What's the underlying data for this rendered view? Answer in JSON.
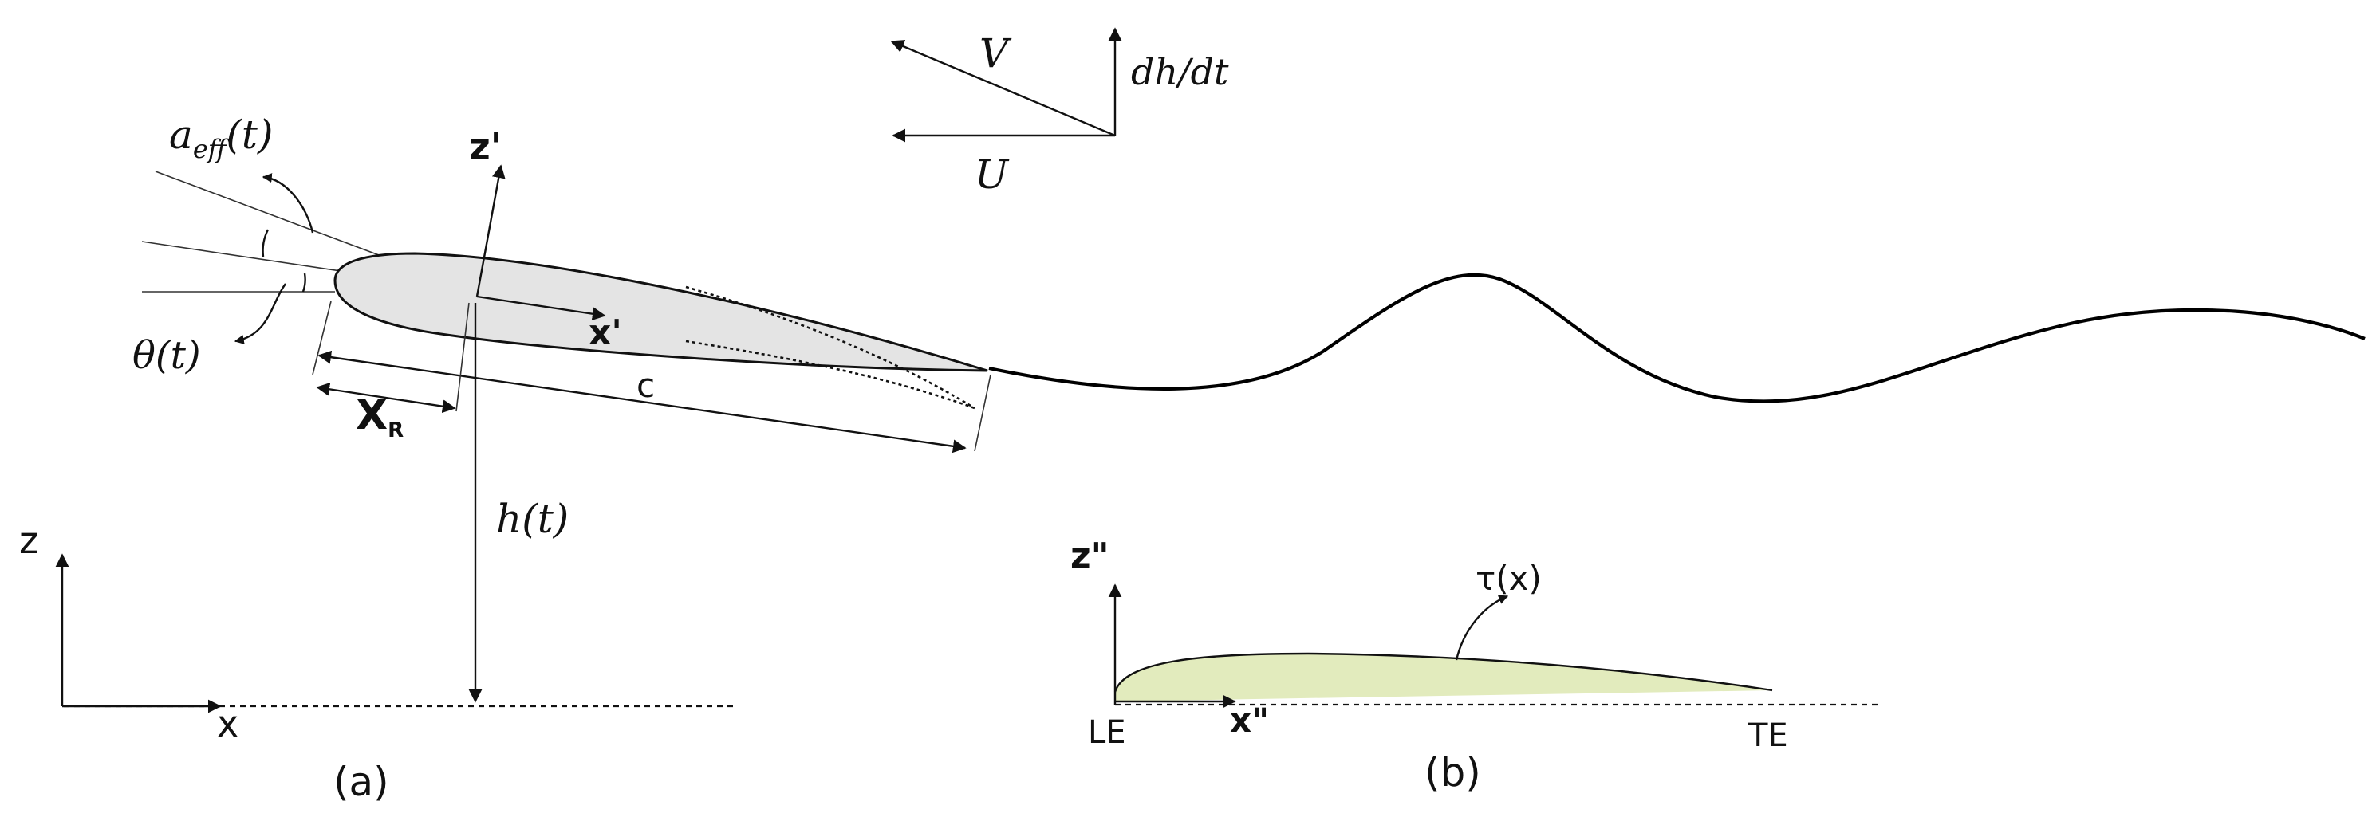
{
  "labels": {
    "a_eff_base": "a",
    "a_eff_sub": "eff",
    "a_eff_arg": "(t)",
    "theta": "θ(t)",
    "z_prime": "z'",
    "x_prime": "x'",
    "chord": "c",
    "x_r_base": "X",
    "x_r_sub": "R",
    "h": "h(t)",
    "V": "V",
    "U": "U",
    "dhdt": "dh/dt",
    "z_axis": "z",
    "x_axis": "x",
    "panel_a": "(a)",
    "z_dprime": "z\"",
    "x_dprime": "x\"",
    "tau": "τ(x)",
    "LE": "LE",
    "TE": "TE",
    "panel_b": "(b)"
  },
  "colors": {
    "airfoil_fill": "#e4e4e4",
    "thickness_fill": "#e2ebbd",
    "ink": "#111111"
  }
}
